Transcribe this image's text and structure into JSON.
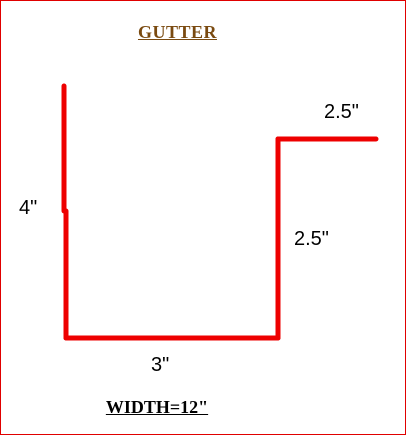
{
  "title": "GUTTER",
  "footer": "WIDTH=12\"",
  "dimensions": {
    "left_side": "4\"",
    "bottom": "3\"",
    "right_side": "2.5\"",
    "top_flange": "2.5\""
  },
  "colors": {
    "profile_line": "#ee0000",
    "frame_border": "#e00000",
    "title": "#7a4a10",
    "text": "#000000"
  }
}
